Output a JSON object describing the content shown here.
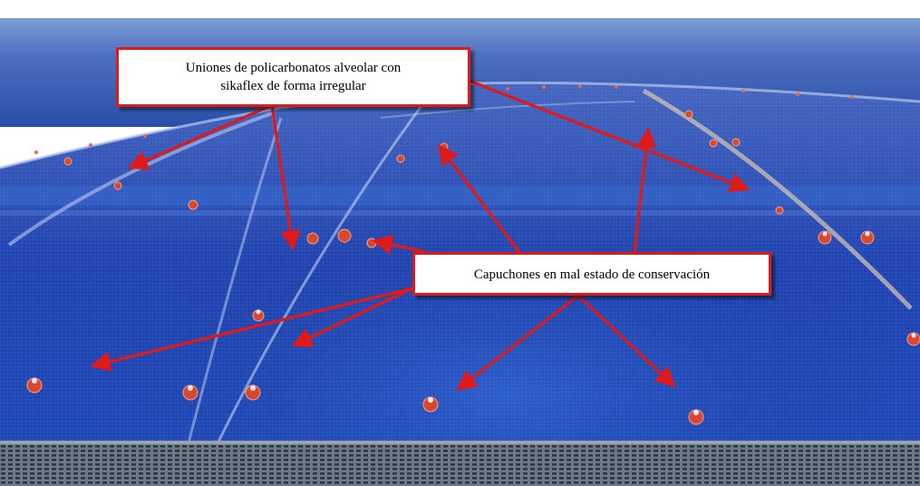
{
  "callouts": {
    "joints": {
      "line1": "Uniones de policarbonatos alveolar con",
      "line2": "sikaflex de forma irregular"
    },
    "caps": {
      "text": "Capuchones en mal estado de conservación"
    }
  },
  "colors": {
    "annotation_red": "#e01919",
    "panel_blue": "#1b47b8",
    "cap_orange": "#d9482e"
  },
  "icons": {
    "arrow": "arrow-icon"
  }
}
